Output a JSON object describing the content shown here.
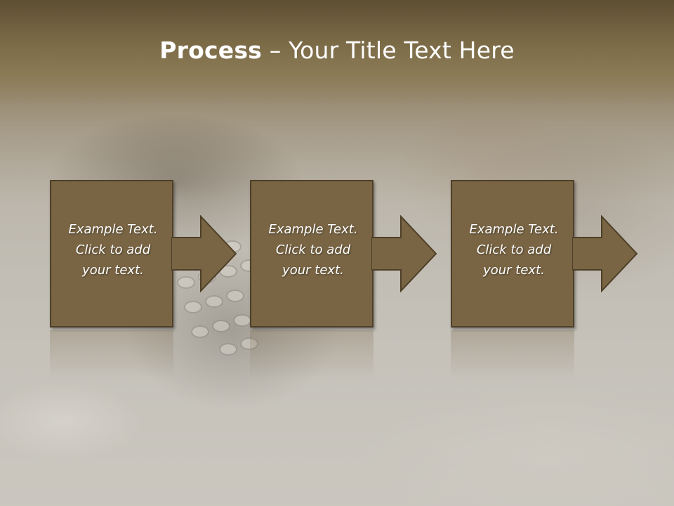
{
  "slide": {
    "title_bold": "Process",
    "title_rest": " – Your Title Text Here",
    "steps": [
      {
        "line1": "Example Text.",
        "line2": "Click  to add",
        "line3": "your text."
      },
      {
        "line1": "Example Text.",
        "line2": "Click  to add",
        "line3": "your text."
      },
      {
        "line1": "Example Text.",
        "line2": "Click  to add",
        "line3": "your text."
      }
    ]
  },
  "colors": {
    "title_band": "#7b6a46",
    "box_fill": "#796544",
    "box_border": "#4e3f28",
    "text": "#ffffff"
  }
}
